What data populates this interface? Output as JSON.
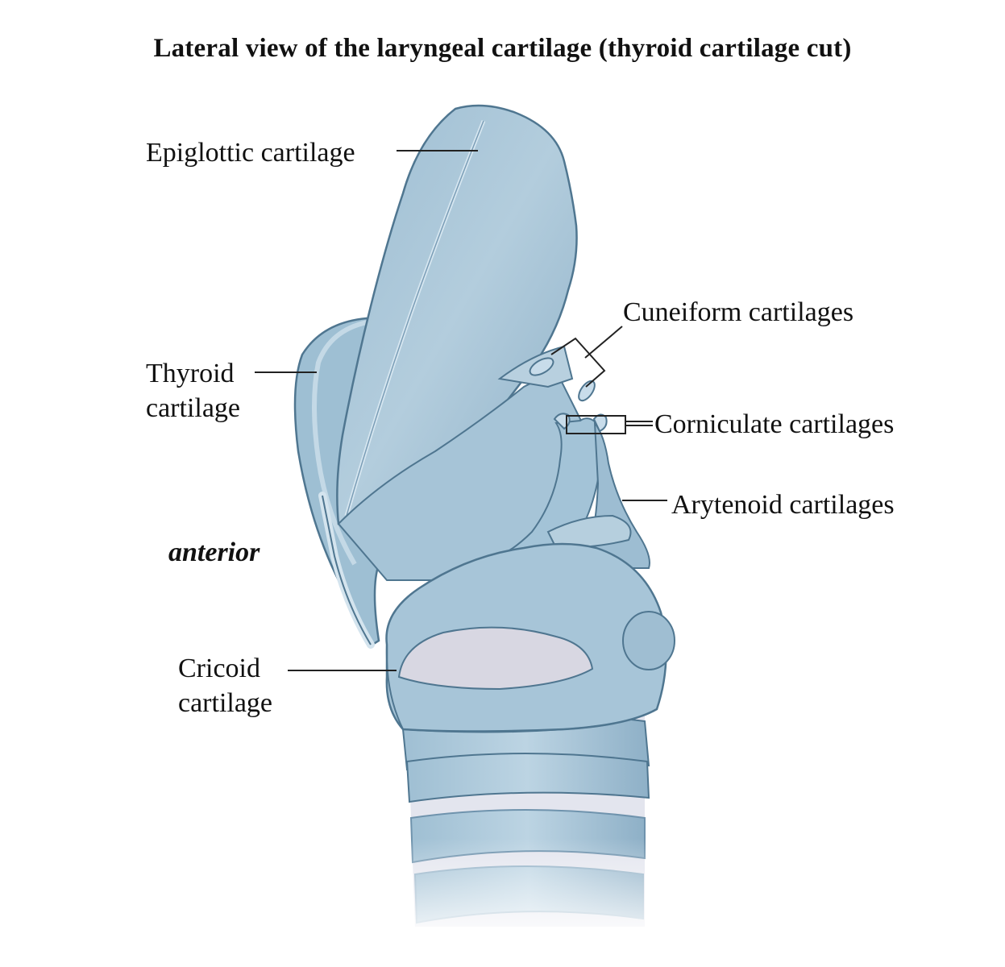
{
  "title": "Lateral view of the laryngeal cartilage (thyroid cartilage cut)",
  "labels": {
    "epiglottic": "Epiglottic cartilage",
    "thyroid_line1": "Thyroid",
    "thyroid_line2": "cartilage",
    "cuneiform": "Cuneiform cartilages",
    "corniculate": "Corniculate cartilages",
    "arytenoid": "Arytenoid cartilages",
    "anterior": "anterior",
    "cricoid_line1": "Cricoid",
    "cricoid_line2": "cartilage"
  },
  "colors": {
    "cartilage_fill": "#a9c6d8",
    "cartilage_light": "#c4d9e6",
    "cartilage_dark": "#6f93ad",
    "outline": "#4f7690",
    "lumen": "#d8d7e2",
    "ligament": "#e6e8f0",
    "leader_line": "#222222"
  }
}
